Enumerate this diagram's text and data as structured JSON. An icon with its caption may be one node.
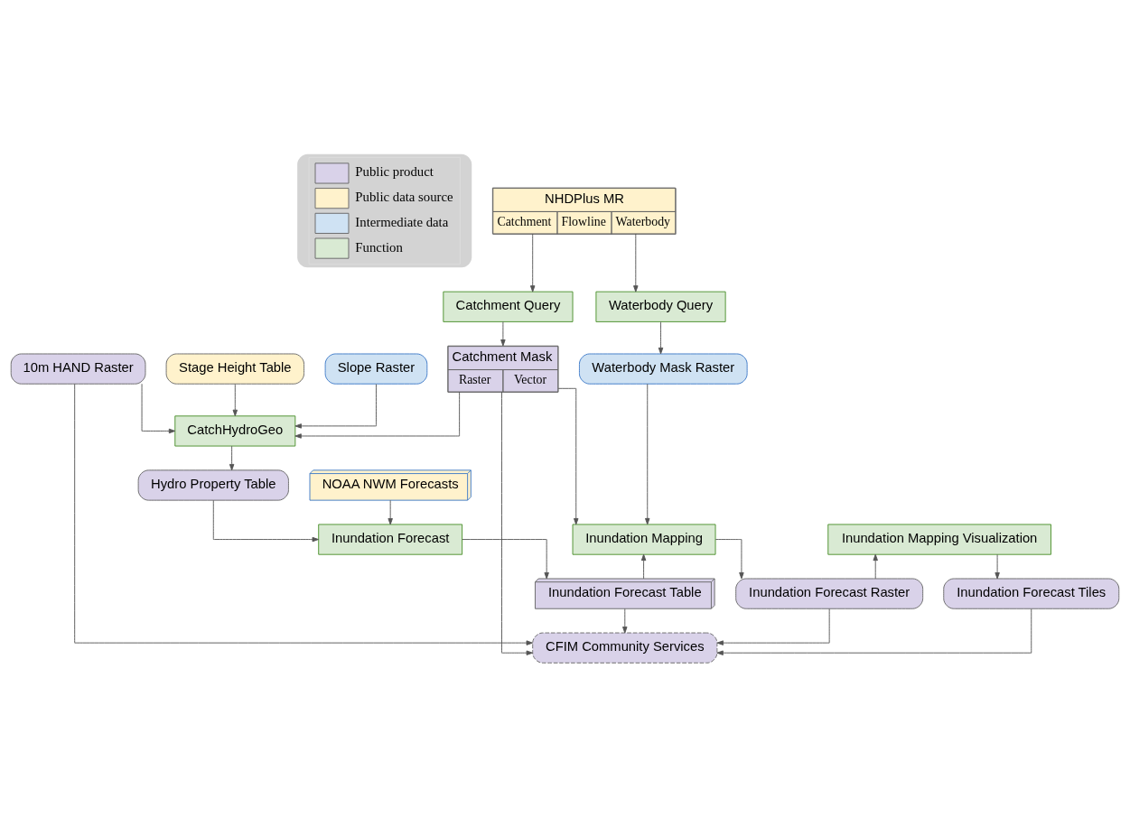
{
  "diagram": {
    "nodes": [
      {
        "text": [
          "NHDPlus MR",
          "Catchment",
          "Flowline",
          "Waterbody"
        ]
      },
      {
        "text": [
          "Waterbody Query"
        ]
      },
      {
        "text": [
          "Catchment Query"
        ]
      },
      {
        "text": [
          "10m HAND Raster"
        ]
      },
      {
        "text": [
          "Slope Raster"
        ]
      },
      {
        "text": [
          "Stage Height Table"
        ]
      },
      {
        "text": [
          "Waterbody Mask Raster"
        ]
      },
      {
        "text": [
          "Catchment Mask",
          "Raster",
          "Vector"
        ]
      },
      {
        "text": [
          "CatchHydroGeo"
        ]
      },
      {
        "text": [
          "NOAA NWM Forecasts"
        ]
      },
      {
        "text": [
          "Hydro Property Table"
        ]
      },
      {
        "text": [
          "Inundation Forecast"
        ]
      },
      {
        "text": [
          "Inundation Mapping"
        ]
      },
      {
        "text": [
          "Inundation Mapping Visualization"
        ]
      },
      {
        "text": [
          "Inundation Forecast Table"
        ]
      },
      {
        "text": [
          "Inundation Forecast Raster"
        ]
      },
      {
        "text": [
          "Inundation Forecast Tiles"
        ]
      },
      {
        "text": [
          "CFIM Community Services"
        ]
      }
    ],
    "edges": [
      {
        "from": 0,
        "to": 1,
        "arrow": "to"
      },
      {
        "from": 0,
        "to": 2,
        "arrow": "to"
      },
      {
        "from": 1,
        "to": 6,
        "arrow": "to"
      },
      {
        "from": 2,
        "to": 7,
        "arrow": "to"
      },
      {
        "from": 3,
        "to": 8,
        "arrow": "to"
      },
      {
        "from": 4,
        "to": 8,
        "arrow": "to"
      },
      {
        "from": 5,
        "to": 8,
        "arrow": "to"
      },
      {
        "from": 7,
        "to": 8,
        "arrow": "to"
      },
      {
        "from": 8,
        "to": 10,
        "arrow": "to"
      },
      {
        "from": 9,
        "to": 11,
        "arrow": "to"
      },
      {
        "from": 10,
        "to": 11,
        "arrow": "to"
      },
      {
        "from": 6,
        "to": 12,
        "arrow": "to"
      },
      {
        "from": 7,
        "to": 12,
        "arrow": "to"
      },
      {
        "from": 11,
        "to": 14,
        "arrow": "to"
      },
      {
        "from": 14,
        "to": 12,
        "arrow": "to"
      },
      {
        "from": 12,
        "to": 15,
        "arrow": "to"
      },
      {
        "from": 15,
        "to": 13,
        "arrow": "to"
      },
      {
        "from": 13,
        "to": 16,
        "arrow": "to"
      },
      {
        "from": 3,
        "to": 17,
        "arrow": "to"
      },
      {
        "from": 14,
        "to": 17,
        "arrow": "to"
      },
      {
        "from": 15,
        "to": 17,
        "arrow": "to"
      },
      {
        "from": 16,
        "to": 17,
        "arrow": "to"
      },
      {
        "from": 7,
        "to": 17,
        "arrow": "to"
      }
    ],
    "legend": [
      {
        "text": "Public product",
        "color": "#d9d2e9"
      },
      {
        "text": "Public data source",
        "color": "#fff2cc"
      },
      {
        "text": "Intermediate data",
        "color": "#cfe2f3"
      },
      {
        "text": "Function",
        "color": "#d9ead3"
      }
    ]
  }
}
